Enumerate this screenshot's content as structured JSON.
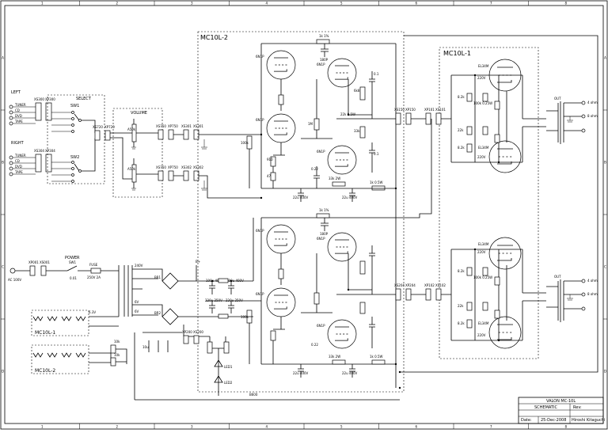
{
  "border": {
    "columns": [
      "1",
      "2",
      "3",
      "4",
      "5",
      "6",
      "7",
      "8"
    ],
    "rows": [
      "A",
      "B",
      "C",
      "D"
    ]
  },
  "blocks": {
    "preamp": "MC10L-2",
    "power_amp": "MC10L-1",
    "ps_mc1": "MC10L-1",
    "ps_mc2": "MC10L-2"
  },
  "inputs": {
    "left": {
      "title": "LEFT",
      "items": [
        "TUNER",
        "CD",
        "DVD",
        "TAPE"
      ]
    },
    "right": {
      "title": "RIGHT",
      "items": [
        "TUNER",
        "CD",
        "DVD",
        "TAPE"
      ]
    }
  },
  "labels": {
    "select": "SELECT",
    "select_sw": "SW1",
    "select_sw2": "SW2",
    "volume": "VOLUME",
    "power": "POWER",
    "power_sw": "SW1",
    "fuse": "FUSE",
    "fuse_val": "250V 2A",
    "mains": "AC 100V",
    "out_labels": [
      "4 ohm",
      "8 ohm",
      "4 ohm",
      "8 ohm"
    ],
    "tube_6n": "6N1P",
    "tube_el": "EL34M",
    "led": "LED1",
    "led2": "LED2"
  },
  "title_block": {
    "project": "VALON MC-10L",
    "doc_type": "SCHEMATIC",
    "rev_label": "Rev:",
    "date_label": "Date:",
    "date": "25-Dec-2008",
    "author": "Hiroshi Kitaguchi"
  }
}
